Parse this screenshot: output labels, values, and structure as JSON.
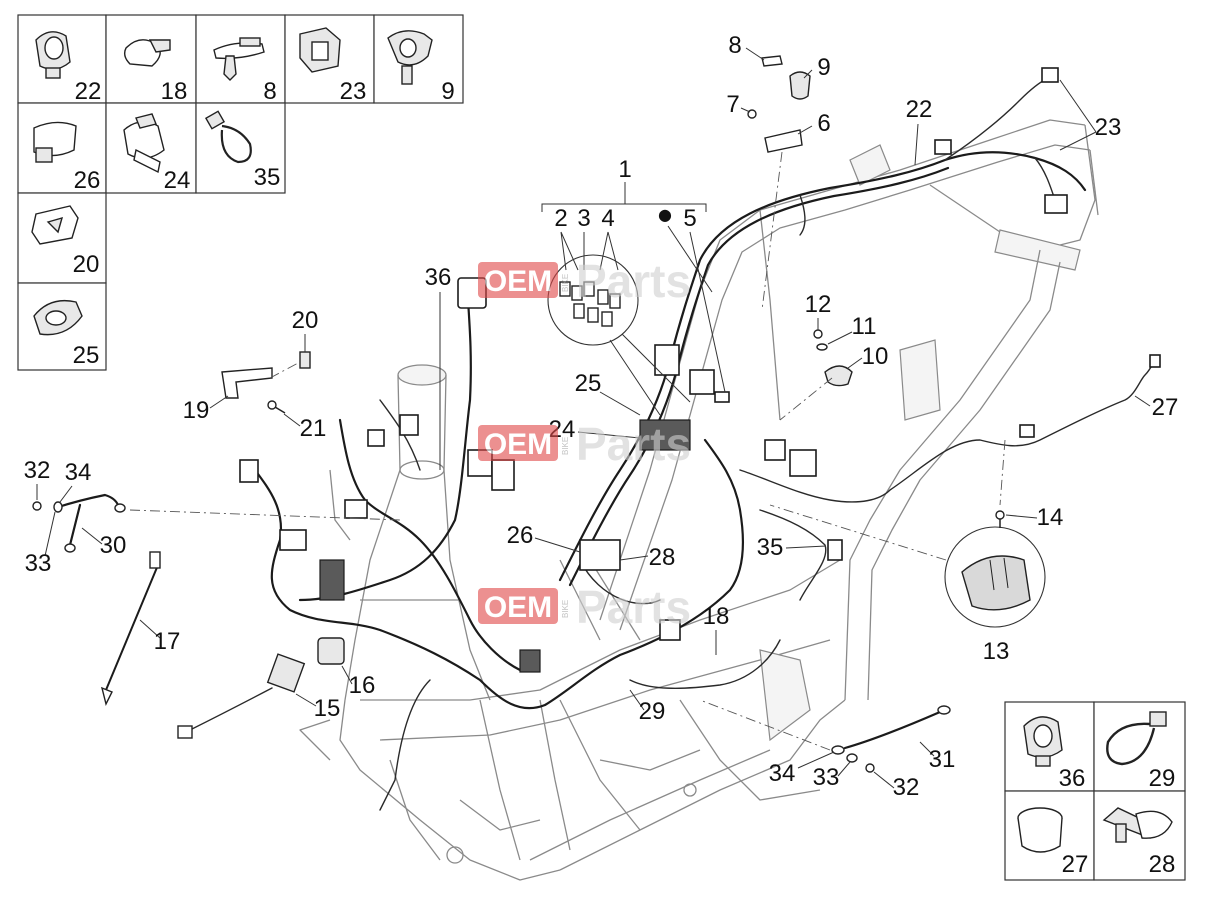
{
  "colors": {
    "line": "#1b1b1b",
    "frame": "#8a8a8a",
    "watermark_red": "#e04848",
    "watermark_gray": "#cfcfcf"
  },
  "watermark": {
    "brand_box": "OEM",
    "brand_rest": "Parts",
    "vertical": "BIKE"
  },
  "inset_top_left": {
    "cells": [
      {
        "label": "22",
        "icon": "harness-clamp-icon"
      },
      {
        "label": "18",
        "icon": "cable-clip-icon"
      },
      {
        "label": "8",
        "icon": "push-pin-clip-icon"
      },
      {
        "label": "23",
        "icon": "connector-holder-icon"
      },
      {
        "label": "9",
        "icon": "bracket-clip-icon"
      },
      {
        "label": "26",
        "icon": "band-clip-icon"
      },
      {
        "label": "24",
        "icon": "double-clip-icon"
      },
      {
        "label": "35",
        "icon": "cable-tie-icon"
      },
      {
        "label": "20",
        "icon": "spring-clip-icon"
      },
      {
        "label": "25",
        "icon": "retainer-clip-icon"
      }
    ]
  },
  "inset_bottom_right": {
    "cells": [
      {
        "label": "36",
        "icon": "harness-clamp-icon"
      },
      {
        "label": "29",
        "icon": "cable-tie-icon"
      },
      {
        "label": "27",
        "icon": "band-clip-icon"
      },
      {
        "label": "28",
        "icon": "pin-clip-icon"
      }
    ]
  },
  "callouts": [
    "1",
    "2",
    "3",
    "4",
    "●",
    "5",
    "36",
    "20",
    "19",
    "21",
    "8",
    "9",
    "7",
    "6",
    "22",
    "23",
    "12",
    "11",
    "10",
    "27",
    "25",
    "24",
    "32",
    "34",
    "33",
    "30",
    "17",
    "26",
    "28",
    "35",
    "14",
    "13",
    "18",
    "16",
    "15",
    "29",
    "31",
    "34",
    "33",
    "32"
  ]
}
